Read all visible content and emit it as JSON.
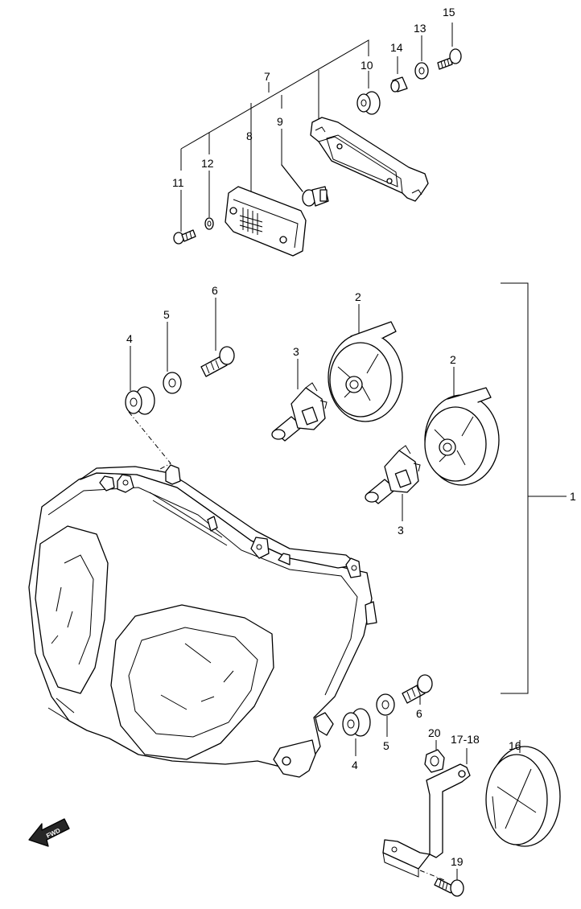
{
  "diagram": {
    "part_labels": {
      "p1": "1",
      "p2a": "2",
      "p2b": "2",
      "p3a": "3",
      "p3b": "3",
      "p4a": "4",
      "p4b": "4",
      "p5a": "5",
      "p5b": "5",
      "p6a": "6",
      "p6b": "6",
      "p7": "7",
      "p8": "8",
      "p9": "9",
      "p10": "10",
      "p11": "11",
      "p12": "12",
      "p13": "13",
      "p14": "14",
      "p15": "15",
      "p16": "16",
      "p17_18": "17-18",
      "p19": "19",
      "p20": "20"
    },
    "direction_marker": {
      "label": "FWD",
      "icon": "forward-arrow-icon"
    }
  }
}
